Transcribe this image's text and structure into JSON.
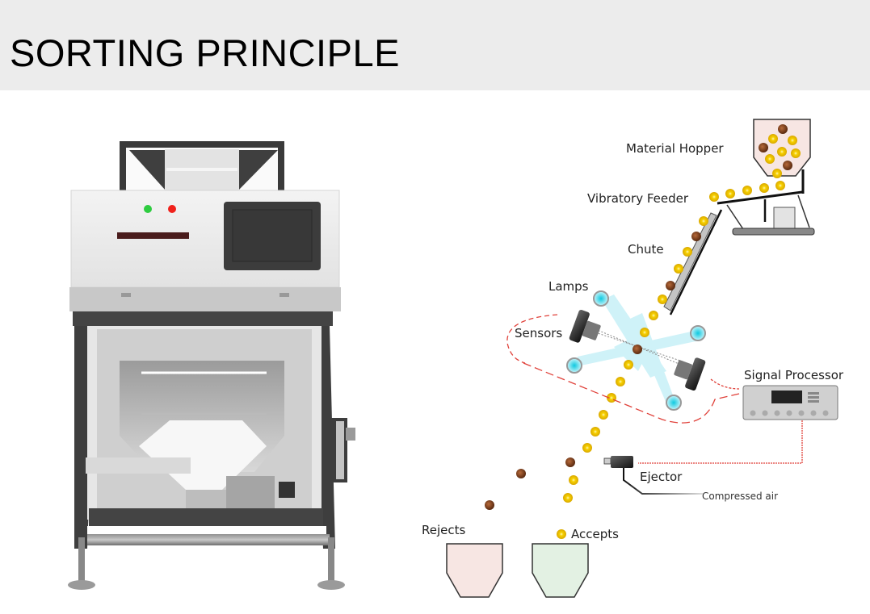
{
  "header": {
    "title": "SORTING PRINCIPLE"
  },
  "machine": {
    "description": "color sorter machine",
    "indicator_colors": {
      "power": "#2ecc40",
      "stop": "#f0211b"
    }
  },
  "diagram": {
    "labels": {
      "material_hopper": "Material Hopper",
      "vibratory_feeder": "Vibratory Feeder",
      "chute": "Chute",
      "lamps": "Lamps",
      "sensors": "Sensors",
      "signal_processor": "Signal Processor",
      "ejector": "Ejector",
      "compressed_air": "Compressed air",
      "rejects": "Rejects",
      "accepts": "Accepts"
    },
    "colors": {
      "good_kernel": "#f2c500",
      "bad_kernel": "#7a3e1c",
      "signal_line": "#e0413a",
      "lamp_glow": "#3fd6e8",
      "rejects_bin": "#f7e6e3",
      "accepts_bin": "#e3f1e3"
    }
  }
}
